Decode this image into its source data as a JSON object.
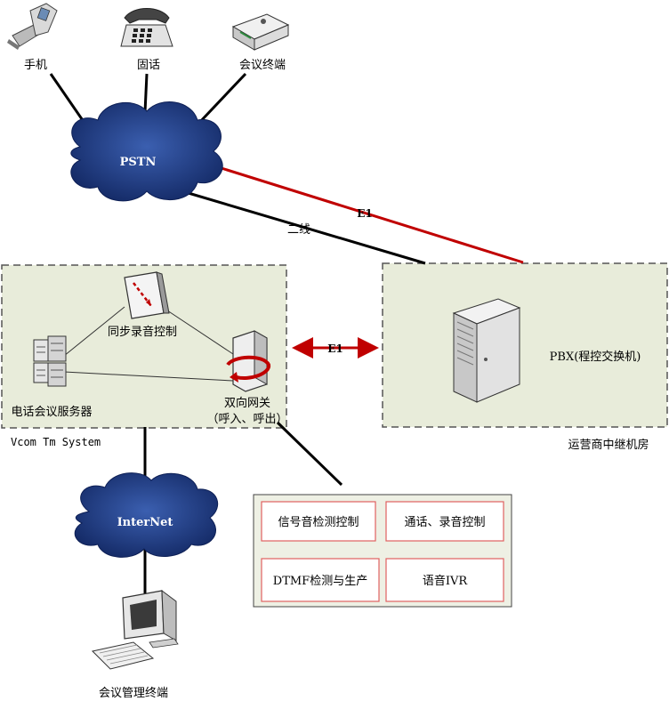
{
  "devices": {
    "mobile": "手机",
    "landline": "固话",
    "conf_terminal": "会议终端",
    "sync_record": "同步录音控制",
    "conf_server": "电话会议服务器",
    "gateway_line1": "双向网关",
    "gateway_line2": "（呼入、呼出）",
    "pbx": "PBX(程控交换机)",
    "admin_terminal": "会议管理终端"
  },
  "clouds": {
    "pstn": "PSTN",
    "internet": "InterNet"
  },
  "links": {
    "e1_top": "E1",
    "two_wire": "二线",
    "e1_mid": "E1"
  },
  "zones": {
    "system": "Vcom Tm System",
    "operator_room": "运营商中继机房"
  },
  "features": [
    "信号音检测控制",
    "通话、录音控制",
    "DTMF检测与生产",
    "语音IVR"
  ],
  "colors": {
    "zone_fill": "#e8ecda",
    "cloud_fill": "#1f3d82",
    "e1_line": "#c00000",
    "box_border": "#e06060"
  }
}
